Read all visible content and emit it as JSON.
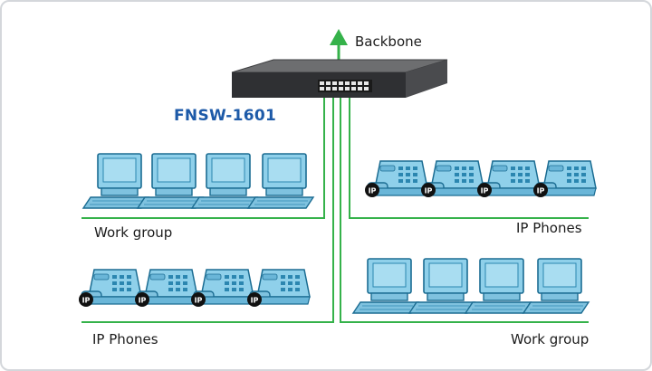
{
  "labels": {
    "backbone": "Backbone",
    "model": "FNSW-1601",
    "group_top_left": "Work group",
    "group_top_right": "IP Phones",
    "group_bottom_left": "IP Phones",
    "group_bottom_right": "Work group"
  },
  "ip_badge_text": "IP",
  "colors": {
    "link": "#35b24a",
    "arrow": "#35b24a",
    "model_text": "#1d5aa8",
    "device_blue": "#8fd0ea",
    "device_dark": "#1b6c92",
    "frame_border": "#d4d7db"
  },
  "icons": {
    "switch": "network-switch-icon",
    "computer": "computer-icon",
    "phone": "ip-phone-icon",
    "uplink": "up-arrow-icon"
  }
}
